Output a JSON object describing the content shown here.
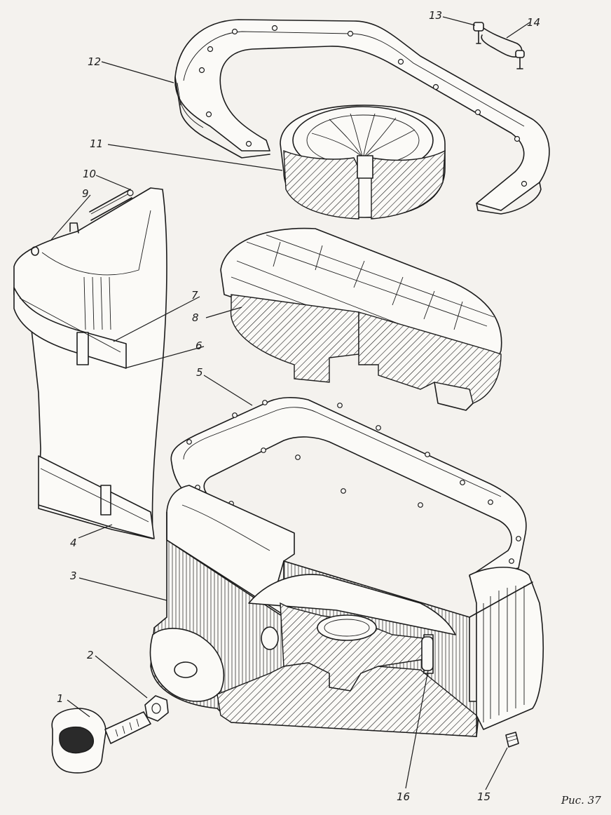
{
  "figure": {
    "caption": "Рис. 37",
    "labels": [
      "1",
      "2",
      "3",
      "4",
      "5",
      "6",
      "7",
      "8",
      "9",
      "10",
      "11",
      "12",
      "13",
      "14",
      "15",
      "16"
    ]
  }
}
